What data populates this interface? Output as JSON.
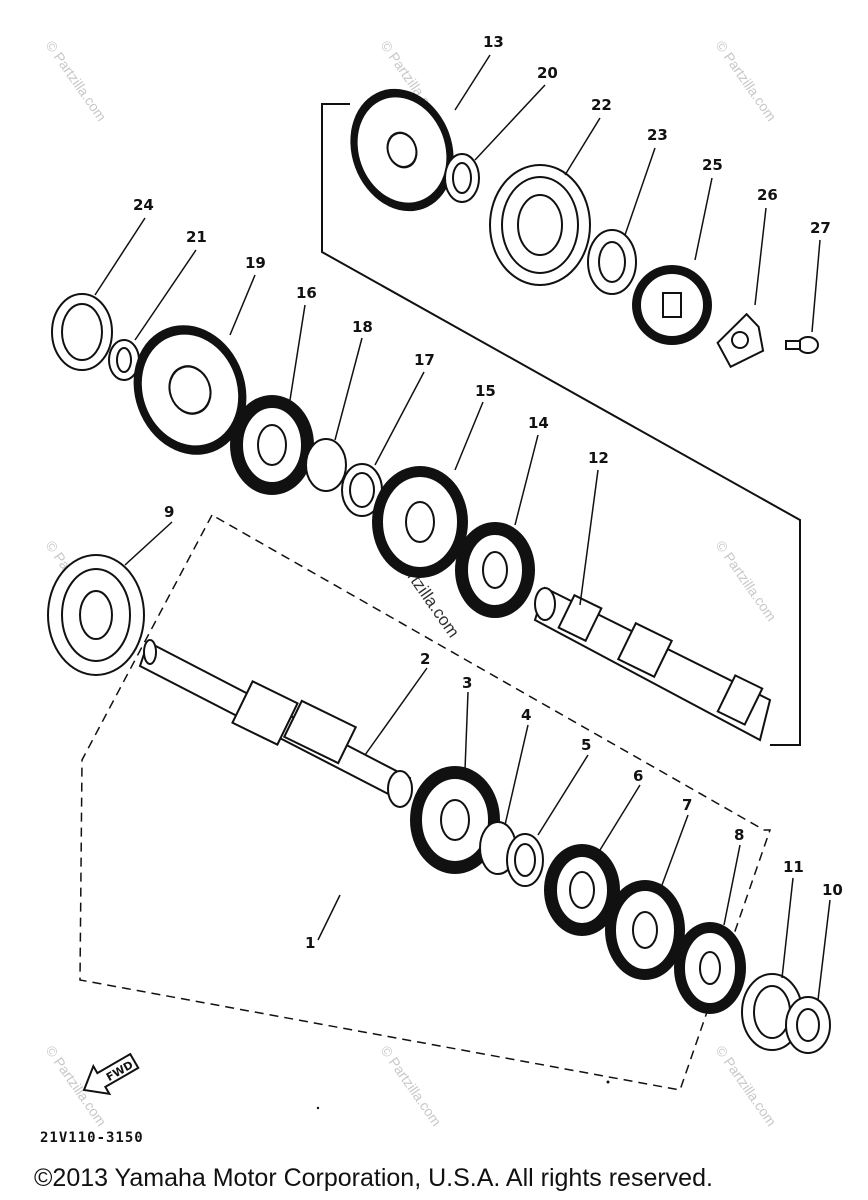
{
  "diagram": {
    "part_numbers": [
      "1",
      "2",
      "3",
      "4",
      "5",
      "6",
      "7",
      "8",
      "9",
      "10",
      "11",
      "12",
      "13",
      "14",
      "15",
      "16",
      "17",
      "18",
      "19",
      "20",
      "21",
      "22",
      "23",
      "24",
      "25",
      "26",
      "27"
    ],
    "direction_label": "FWD",
    "drawing_code": "21V110-3150",
    "watermark": "© Partzilla.com",
    "center_watermark": "© Partzilla.com",
    "copyright": "©2013 Yamaha Motor Corporation, U.S.A. All rights reserved."
  }
}
